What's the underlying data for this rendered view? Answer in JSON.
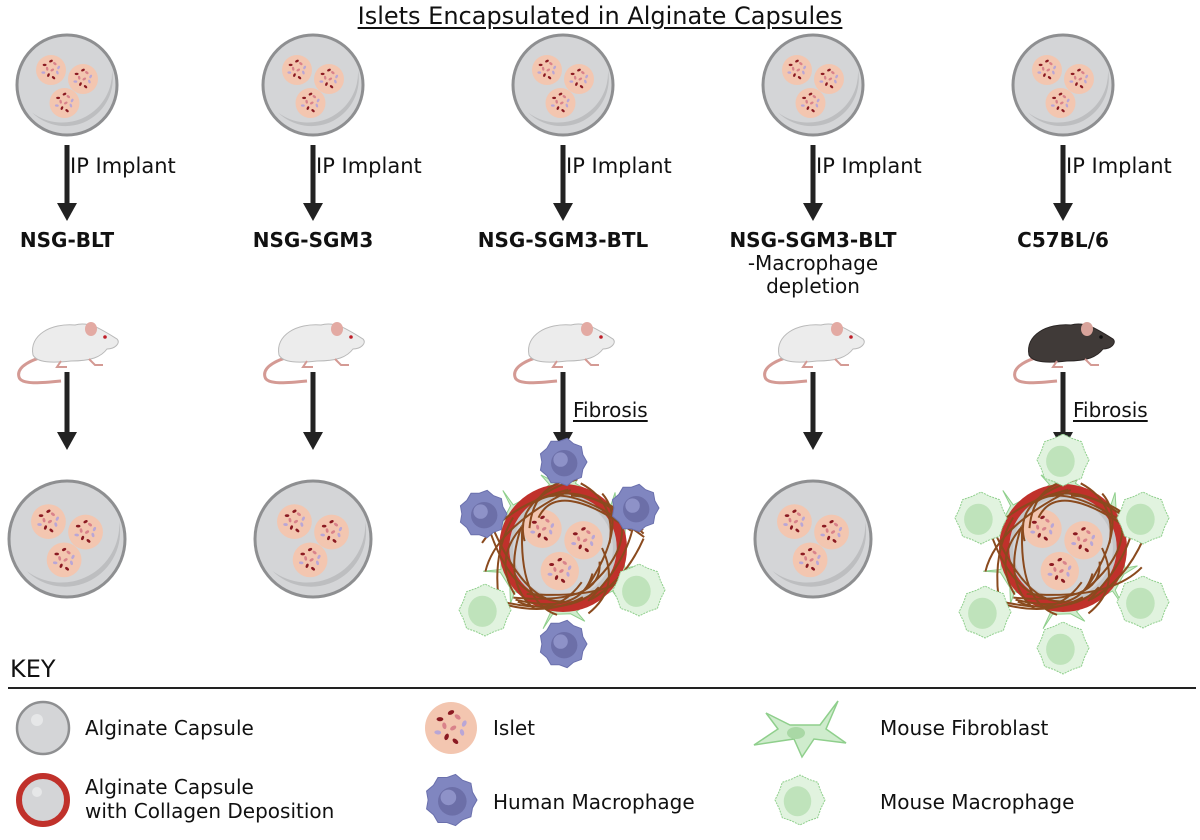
{
  "title": "Islets Encapsulated in Alginate Capsules",
  "columns": [
    {
      "id": "nsg-blt",
      "implant_label": "IP Implant",
      "strain": "NSG-BLT",
      "strain_sub": "",
      "mouse": "white",
      "outcome": "intact",
      "fibrosis_label": ""
    },
    {
      "id": "nsg-sgm3",
      "implant_label": "IP Implant",
      "strain": "NSG-SGM3",
      "strain_sub": "",
      "mouse": "white",
      "outcome": "intact",
      "fibrosis_label": ""
    },
    {
      "id": "nsg-sgm3-btl",
      "implant_label": "IP Implant",
      "strain": "NSG-SGM3-BTL",
      "strain_sub": "",
      "mouse": "white",
      "outcome": "fibrosis-human",
      "fibrosis_label": "Fibrosis"
    },
    {
      "id": "nsg-sgm3-blt-depl",
      "implant_label": "IP Implant",
      "strain": "NSG-SGM3-BLT",
      "strain_sub": "-Macrophage depletion",
      "strain_sub1": "-Macrophage",
      "strain_sub2": "depletion",
      "mouse": "white",
      "outcome": "intact",
      "fibrosis_label": ""
    },
    {
      "id": "c57bl6",
      "implant_label": "IP Implant",
      "strain": "C57BL/6",
      "strain_sub": "",
      "mouse": "black",
      "outcome": "fibrosis-mouse",
      "fibrosis_label": "Fibrosis"
    }
  ],
  "key": {
    "title": "KEY",
    "items": [
      {
        "icon": "alginate-capsule-icon",
        "label": "Alginate Capsule"
      },
      {
        "icon": "collagen-capsule-icon",
        "label": "Alginate Capsule",
        "label2": "with Collagen Deposition"
      },
      {
        "icon": "islet-icon",
        "label": "Islet"
      },
      {
        "icon": "human-macrophage-icon",
        "label": "Human Macrophage"
      },
      {
        "icon": "mouse-fibroblast-icon",
        "label": "Mouse Fibroblast"
      },
      {
        "icon": "mouse-macrophage-icon",
        "label": "Mouse Macrophage"
      }
    ]
  },
  "colors": {
    "capsule_fill": "#d4d5d7",
    "capsule_edge": "#8e8f91",
    "collagen_ring": "#c0312b",
    "islet": "#f3c6b0",
    "islet_dark": "#8b1a22",
    "human_macrophage": "#8086c0",
    "mouse_cell": "#cfeccd",
    "mouse_cell_edge": "#8fcf8c",
    "fiber": "#8a4a1e",
    "white_mouse": "#ececec",
    "black_mouse": "#403a38",
    "tail": "#d49a94",
    "arrow": "#222222"
  }
}
